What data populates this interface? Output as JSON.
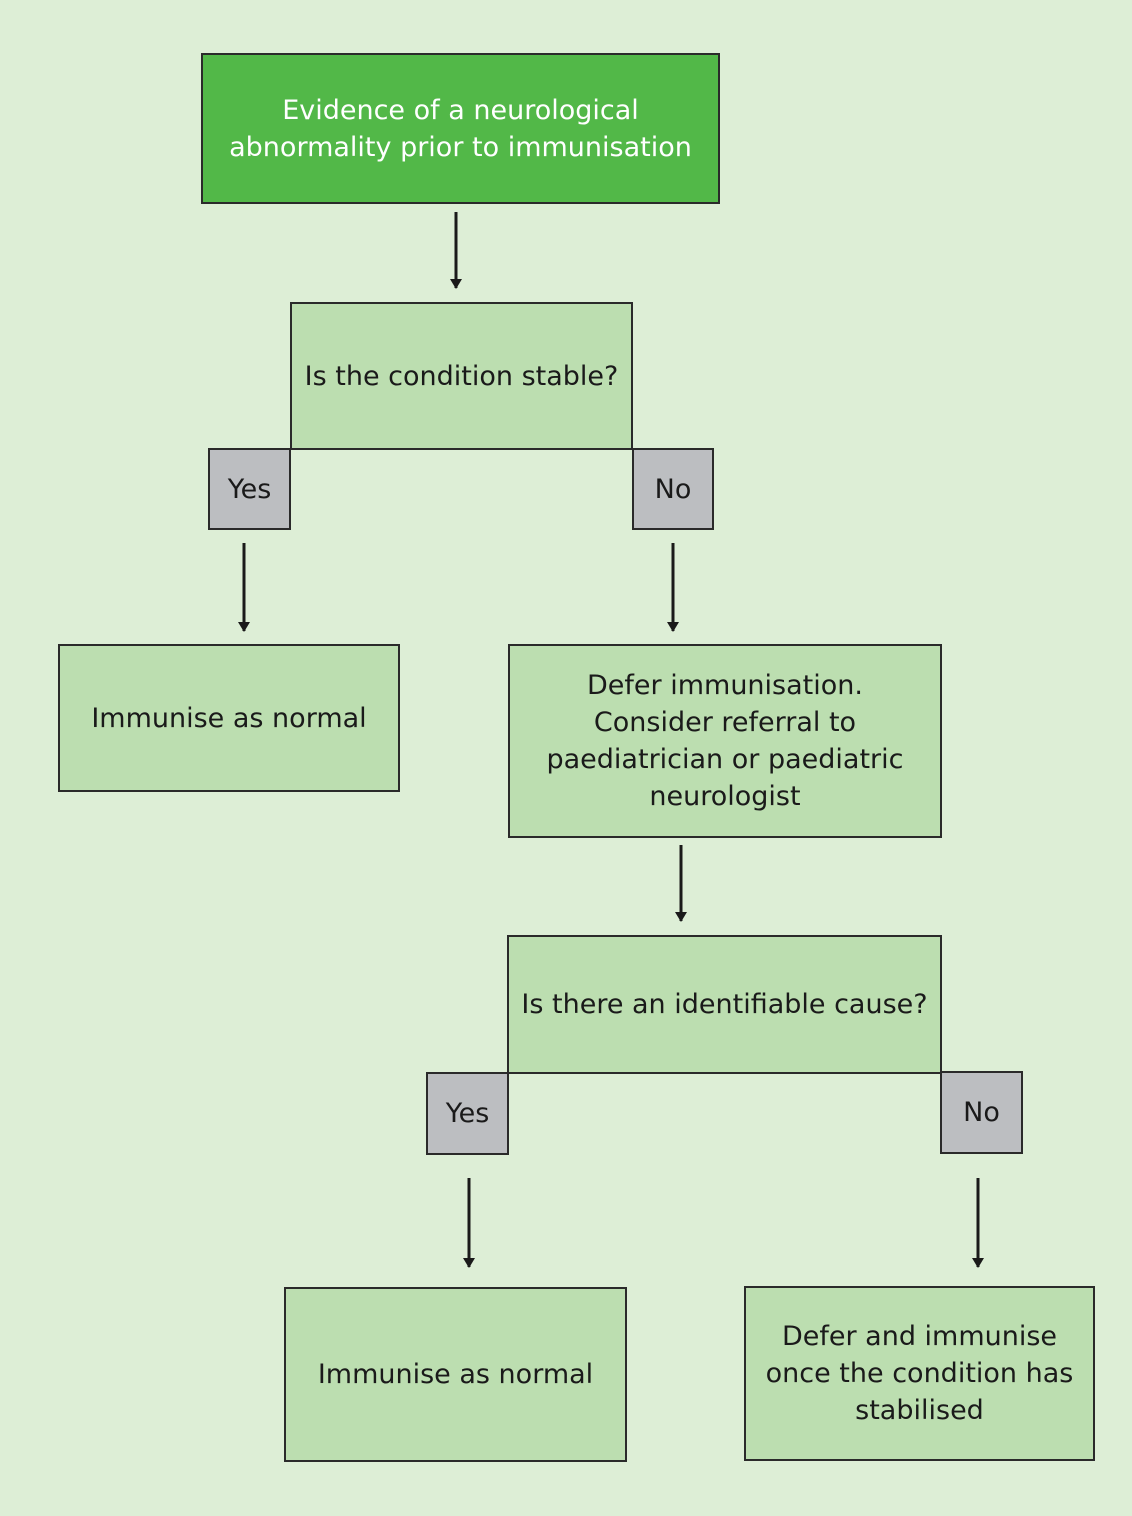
{
  "flowchart": {
    "start": "Evidence of a neurological\nabnormality prior to immunisation",
    "question_1": "Is the condition stable?",
    "q1_yes": "Yes",
    "q1_no": "No",
    "q1_yes_outcome": "Immunise as normal",
    "q1_no_outcome": "Defer immunisation.\nConsider referral to\npaediatrician or paediatric\nneurologist",
    "question_2": "Is there an identifiable cause?",
    "q2_yes": "Yes",
    "q2_no": "No",
    "q2_yes_outcome": "Immunise as normal",
    "q2_no_outcome": "Defer and immunise\nonce the condition has\nstabilised"
  },
  "colors": {
    "background": "#ddeed6",
    "start_box": "#52b848",
    "step_box": "#bcdeb0",
    "tag_box": "#bcbec1",
    "stroke": "#1a1a1a"
  }
}
